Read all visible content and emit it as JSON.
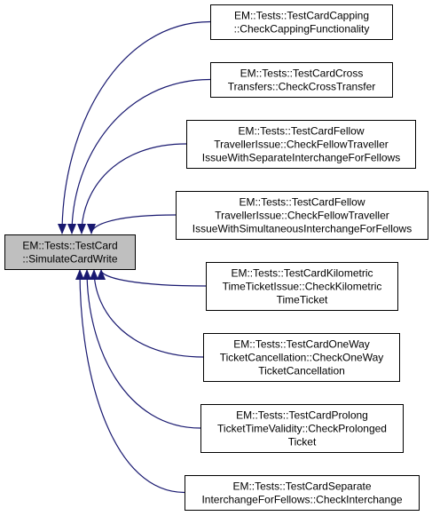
{
  "colors": {
    "edge": "#191970",
    "node_border": "#000000",
    "node_fill": "#ffffff",
    "source_fill": "#bfbfbf",
    "text": "#000000"
  },
  "source_node": {
    "lines": [
      "EM::Tests::TestCard",
      "::SimulateCardWrite"
    ]
  },
  "caller_nodes": [
    {
      "lines": [
        "EM::Tests::TestCardCapping",
        "::CheckCappingFunctionality"
      ]
    },
    {
      "lines": [
        "EM::Tests::TestCardCross",
        "Transfers::CheckCrossTransfer"
      ]
    },
    {
      "lines": [
        "EM::Tests::TestCardFellow",
        "TravellerIssue::CheckFellowTraveller",
        "IssueWithSeparateInterchangeForFellows"
      ]
    },
    {
      "lines": [
        "EM::Tests::TestCardFellow",
        "TravellerIssue::CheckFellowTraveller",
        "IssueWithSimultaneousInterchangeForFellows"
      ]
    },
    {
      "lines": [
        "EM::Tests::TestCardKilometric",
        "TimeTicketIssue::CheckKilometric",
        "TimeTicket"
      ]
    },
    {
      "lines": [
        "EM::Tests::TestCardOneWay",
        "TicketCancellation::CheckOneWay",
        "TicketCancellation"
      ]
    },
    {
      "lines": [
        "EM::Tests::TestCardProlong",
        "TicketTimeValidity::CheckProlonged",
        "Ticket"
      ]
    },
    {
      "lines": [
        "EM::Tests::TestCardSeparate",
        "InterchangeForFellows::CheckInterchange"
      ]
    }
  ]
}
